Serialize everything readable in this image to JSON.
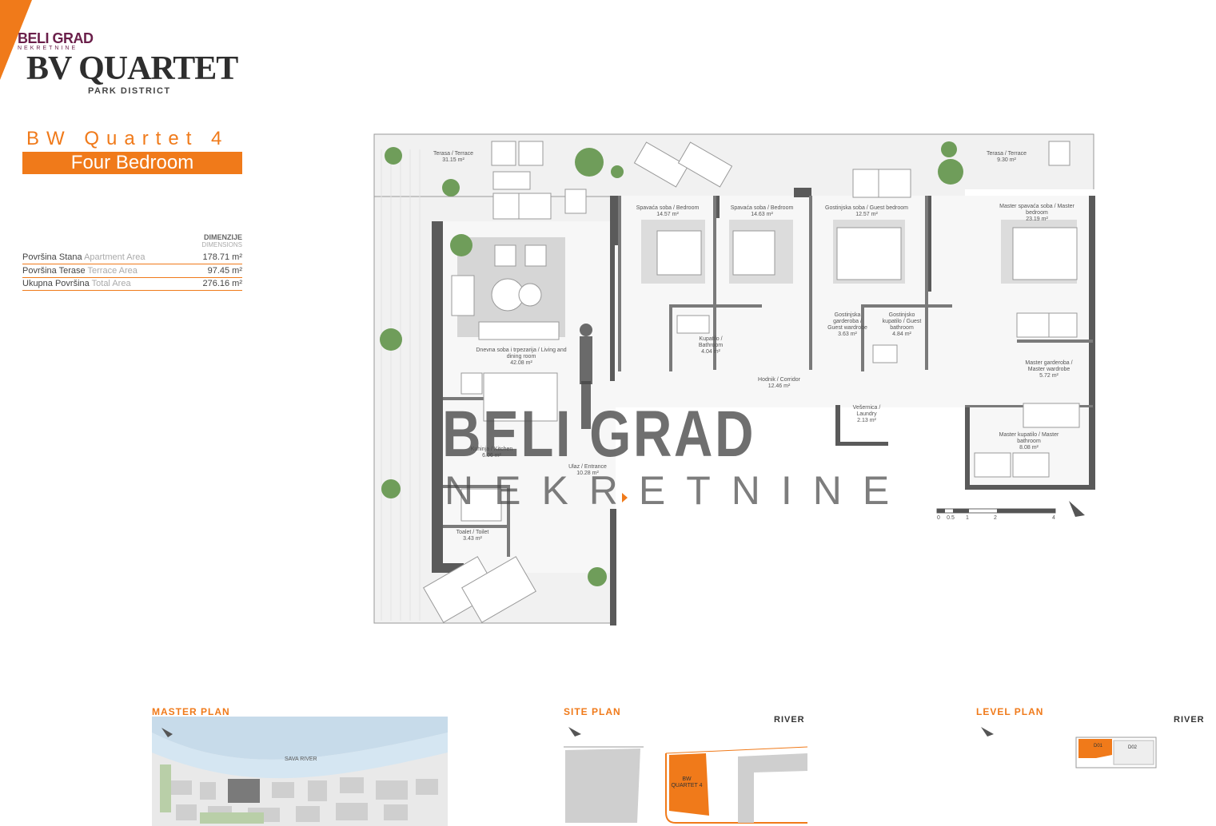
{
  "header": {
    "agency_logo": "BELI GRAD",
    "agency_sub": "NEKRETNINE",
    "brand": "BV QUARTET",
    "brand_sub": "PARK DISTRICT"
  },
  "unit": {
    "name": "BW Quartet 4",
    "type": "Four Bedroom"
  },
  "dimensions": {
    "header_sr": "DIMENZIJE",
    "header_en": "DIMENSIONS",
    "rows": [
      {
        "label_sr": "Površina Stana",
        "label_en": "Apartment Area",
        "value": "178.71 m²"
      },
      {
        "label_sr": "Površina Terase",
        "label_en": "Terrace Area",
        "value": "97.45 m²"
      },
      {
        "label_sr": "Ukupna Površina",
        "label_en": "Total Area",
        "value": "276.16 m²"
      }
    ]
  },
  "rooms": [
    {
      "name": "Terasa / Terrace",
      "area": "31.15 m²"
    },
    {
      "name": "Terasa / Terrace",
      "area": "9.30 m²"
    },
    {
      "name": "Spavaća soba / Bedroom",
      "area": "14.57 m²"
    },
    {
      "name": "Spavaća soba / Bedroom",
      "area": "14.63 m²"
    },
    {
      "name": "Gostinjska soba / Guest bedroom",
      "area": "12.57 m²"
    },
    {
      "name": "Master spavaća soba / Master bedroom",
      "area": "23.19 m²"
    },
    {
      "name": "Dnevna soba i trpezarija / Living and dining room",
      "area": "42.08 m²"
    },
    {
      "name": "Kupatilo / Bathroom",
      "area": "4.04 m²"
    },
    {
      "name": "Gostinjska garderoba / Guest wardrobe",
      "area": "3.63 m²"
    },
    {
      "name": "Gostinjsko kupatilo / Guest bathroom",
      "area": "4.84 m²"
    },
    {
      "name": "Hodnik / Corridor",
      "area": "12.46 m²"
    },
    {
      "name": "Master garderoba / Master wardrobe",
      "area": "5.72 m²"
    },
    {
      "name": "Vešernica / Laundry",
      "area": "2.13 m²"
    },
    {
      "name": "Master kupatilo / Master bathroom",
      "area": "8.08 m²"
    },
    {
      "name": "Kuhinja / Kitchen",
      "area": "6.06 m²"
    },
    {
      "name": "Ulaz / Entrance",
      "area": "10.28 m²"
    },
    {
      "name": "Toalet / Toilet",
      "area": "3.43 m²"
    }
  ],
  "scale_labels": [
    "0",
    "0.5",
    "1",
    "2",
    "4"
  ],
  "watermark": {
    "line1": "BELI GRAD",
    "line2": "NEKRETNINE"
  },
  "bottom": {
    "master_plan": "MASTER PLAN",
    "sava_river": "SAVA RIVER",
    "site_plan": "SITE PLAN",
    "river_1": "RIVER",
    "bw_quartet_label": "BW QUARTET 4",
    "level_plan": "LEVEL PLAN",
    "river_2": "RIVER",
    "level_unit_1": "D01",
    "level_unit_2": "D02"
  },
  "colors": {
    "accent": "#f07a1a",
    "wall": "#5a5a5a",
    "floor": "#f2f2f2",
    "dark": "#2e2e2e"
  }
}
